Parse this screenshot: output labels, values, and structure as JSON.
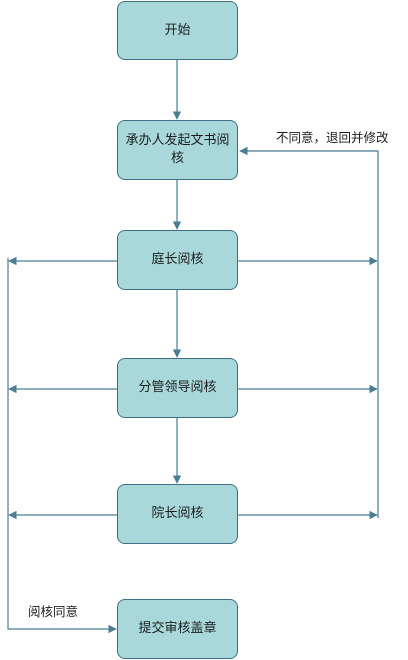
{
  "nodes": {
    "start": "开始",
    "drafter_review": "承办人发起文书阅核",
    "president_review": "庭长阅核",
    "leader_review": "分管领导阅核",
    "dean_review": "院长阅核",
    "seal": "提交审核盖章"
  },
  "edge_labels": {
    "reject_return": "不同意，退回并修改",
    "approved": "阅核同意"
  },
  "colors": {
    "node_fill": "#a8d8da",
    "node_border": "#3d6f86",
    "line": "#4a7d96"
  }
}
